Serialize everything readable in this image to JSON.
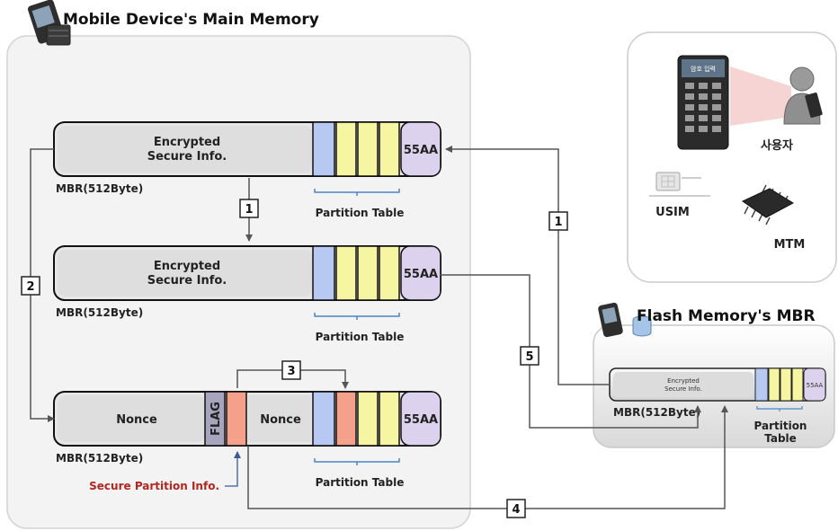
{
  "titles": {
    "main_memory": "Mobile Device's Main Memory",
    "flash_mbr": "Flash Memory's MBR"
  },
  "mbr": {
    "encrypted_label_line1": "Encrypted",
    "encrypted_label_line2": "Secure Info.",
    "signature": "55AA",
    "mbr_label": "MBR(512Byte)",
    "partition_table": "Partition Table",
    "nonce_left": "Nonce",
    "nonce_right": "Nonce",
    "flag": "FLAG",
    "secure_partition_info": "Secure Partition Info."
  },
  "flash": {
    "encrypted_line1": "Encrypted",
    "encrypted_line2": "Secure Info.",
    "signature": "55AA",
    "mbr_label": "MBR(512Byte)",
    "partition_line1": "Partition",
    "partition_line2": "Table"
  },
  "devices": {
    "user": "사용자",
    "usim": "USIM",
    "mtm": "MTM",
    "phone_screen_text": "암호 입력"
  },
  "steps": {
    "step1_left": "1",
    "step1_right": "1",
    "step2": "2",
    "step3": "3",
    "step4": "4",
    "step5": "5"
  },
  "colors": {
    "partition_blue": "#b7c8f2",
    "partition_yellow": "#f6f5a2",
    "partition_salmon": "#f5a08a",
    "signature_lavender": "#dcd2ee",
    "secure_info_red": "#b3261e",
    "panel_fill": "#f2f2f2"
  }
}
